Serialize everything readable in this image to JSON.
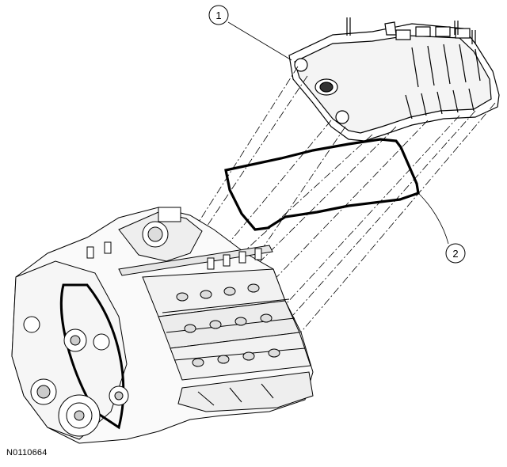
{
  "callouts": [
    {
      "number": "1",
      "part": "valve-cover"
    },
    {
      "number": "2",
      "part": "valve-cover-gasket"
    }
  ],
  "figure_id": "N0110664",
  "colors": {
    "line": "#000000",
    "background": "#ffffff",
    "shade": "#e8e8e8"
  }
}
